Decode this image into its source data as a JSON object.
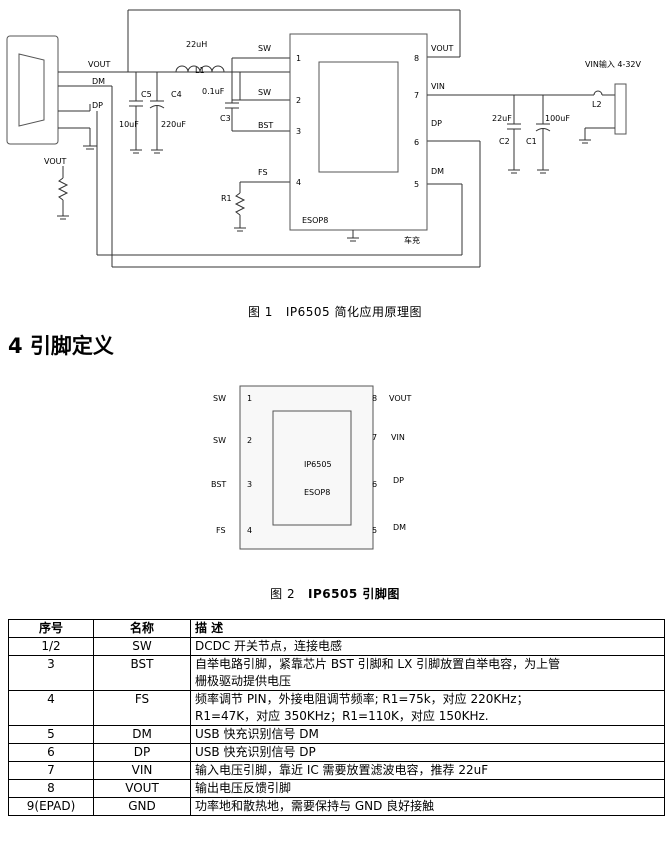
{
  "figure1": {
    "labels": {
      "vout_top": "VOUT",
      "dm_left": "DM",
      "dp_left": "DP",
      "vout_res": "VOUT",
      "l1_value": "22uH",
      "l1_name": "L1",
      "c5_name": "C5",
      "c5_value": "10uF",
      "c4_name": "C4",
      "c4_value": "220uF",
      "c3_value": "0.1uF",
      "c3_name": "C3",
      "r1_name": "R1",
      "ic_package": "ESOP8",
      "ic_note": "车充",
      "vin_label": "VIN输入 4-32V",
      "l2_name": "L2",
      "c2_value": "22uF",
      "c2_name": "C2",
      "c1_value": "100uF",
      "c1_name": "C1"
    },
    "pins_left": [
      {
        "name": "SW",
        "num": "1"
      },
      {
        "name": "SW",
        "num": "2"
      },
      {
        "name": "BST",
        "num": "3"
      },
      {
        "name": "FS",
        "num": "4"
      }
    ],
    "pins_right": [
      {
        "name": "VOUT",
        "num": "8"
      },
      {
        "name": "VIN",
        "num": "7"
      },
      {
        "name": "DP",
        "num": "6"
      },
      {
        "name": "DM",
        "num": "5"
      }
    ],
    "caption_prefix": "图 1",
    "caption_text": "IP6505 简化应用原理图"
  },
  "section": {
    "number": "4",
    "title": "引脚定义"
  },
  "figure2": {
    "chip_name": "IP6505",
    "chip_package": "ESOP8",
    "pins_left": [
      {
        "name": "SW",
        "num": "1"
      },
      {
        "name": "SW",
        "num": "2"
      },
      {
        "name": "BST",
        "num": "3"
      },
      {
        "name": "FS",
        "num": "4"
      }
    ],
    "pins_right": [
      {
        "name": "VOUT",
        "num": "8"
      },
      {
        "name": "VIN",
        "num": "7"
      },
      {
        "name": "DP",
        "num": "6"
      },
      {
        "name": "DM",
        "num": "5"
      }
    ],
    "caption_prefix": "图 2",
    "caption_text": "IP6505 引脚图"
  },
  "table": {
    "headers": [
      "序号",
      "名称",
      "描 述"
    ],
    "rows": [
      {
        "num": "1/2",
        "name": "SW",
        "desc": [
          "DCDC 开关节点，连接电感"
        ]
      },
      {
        "num": "3",
        "name": "BST",
        "desc": [
          "自举电路引脚，紧靠芯片 BST 引脚和 LX 引脚放置自举电容，为上管",
          "栅极驱动提供电压"
        ]
      },
      {
        "num": "4",
        "name": "FS",
        "desc": [
          "频率调节 PIN，外接电阻调节频率; R1=75k，对应 220KHz；",
          "R1=47K，对应 350KHz；R1=110K，对应 150KHz."
        ]
      },
      {
        "num": "5",
        "name": "DM",
        "desc": [
          "USB 快充识别信号 DM"
        ]
      },
      {
        "num": "6",
        "name": "DP",
        "desc": [
          "USB 快充识别信号 DP"
        ]
      },
      {
        "num": "7",
        "name": "VIN",
        "desc": [
          "输入电压引脚，靠近 IC 需要放置滤波电容，推荐 22uF"
        ]
      },
      {
        "num": "8",
        "name": "VOUT",
        "desc": [
          "输出电压反馈引脚"
        ]
      },
      {
        "num": "9(EPAD)",
        "name": "GND",
        "desc": [
          "功率地和散热地，需要保持与 GND 良好接触"
        ]
      }
    ]
  }
}
